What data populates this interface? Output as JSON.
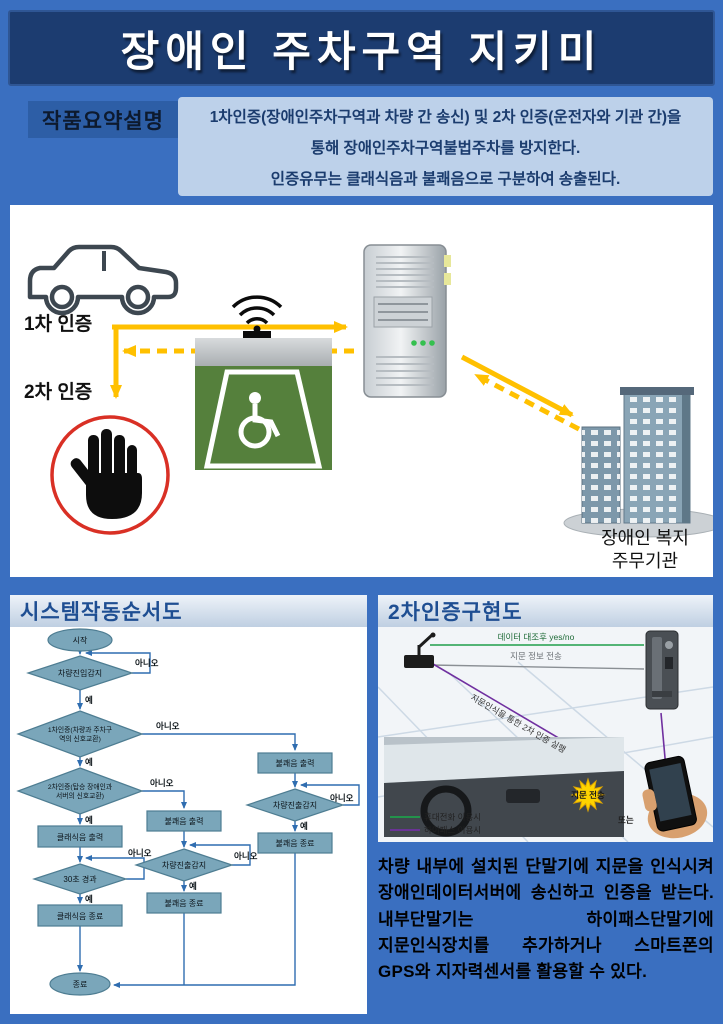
{
  "title": "장애인 주차구역 지키미",
  "summary": {
    "label": "작품요약설명",
    "lines": [
      "1차인증(장애인주차구역과 차량 간 송신) 및 2차 인증(운전자와 기관 간)을",
      "통해 장애인주차구역불법주차를 방지한다.",
      "인증유무는 클래식음과 불쾌음으로 구분하여 송출된다."
    ]
  },
  "diagram": {
    "auth1": "1차 인증",
    "auth2": "2차 인증",
    "agency_line1": "장애인 복지",
    "agency_line2": "주무기관"
  },
  "flowchart": {
    "title": "시스템작동순서도",
    "yes": "예",
    "no": "아니오",
    "start": "시작",
    "detect_entry": "차량진입감지",
    "auth1_line1": "1차인증(차량과 주차구",
    "auth1_line2": "역의 신호교환)",
    "auth2_line1": "2차인증(탑승 장애인과",
    "auth2_line2": "서버의 신호교환)",
    "classic_out": "클래식음 출력",
    "elapsed30": "30초 경과",
    "classic_end": "클래식음 종료",
    "unpleasant_out": "불쾌음 출력",
    "detect_exit": "차량진출감지",
    "unpleasant_end": "불쾌음 종료",
    "end": "종료"
  },
  "impl": {
    "title": "2차인증구현도",
    "label_compare": "데이터 대조후 yes/no",
    "label_send_info": "지문 정보 전송",
    "label_auth_exec": "지문인식을 통한 2차 인증 실행",
    "label_send": "지문 전송",
    "label_or": "또는",
    "legend_phone": "휴대전화 이용시",
    "legend_hipass": "하이패스 이용시"
  },
  "description": "차량 내부에 설치된 단말기에 지문을 인식시켜 장애인데이터서버에 송신하고 인증을 받는다. 내부단말기는 하이패스단말기에 지문인식장치를 추가하거나 스마트폰의 GPS와 지자력센서를 활용할 수 있다."
}
